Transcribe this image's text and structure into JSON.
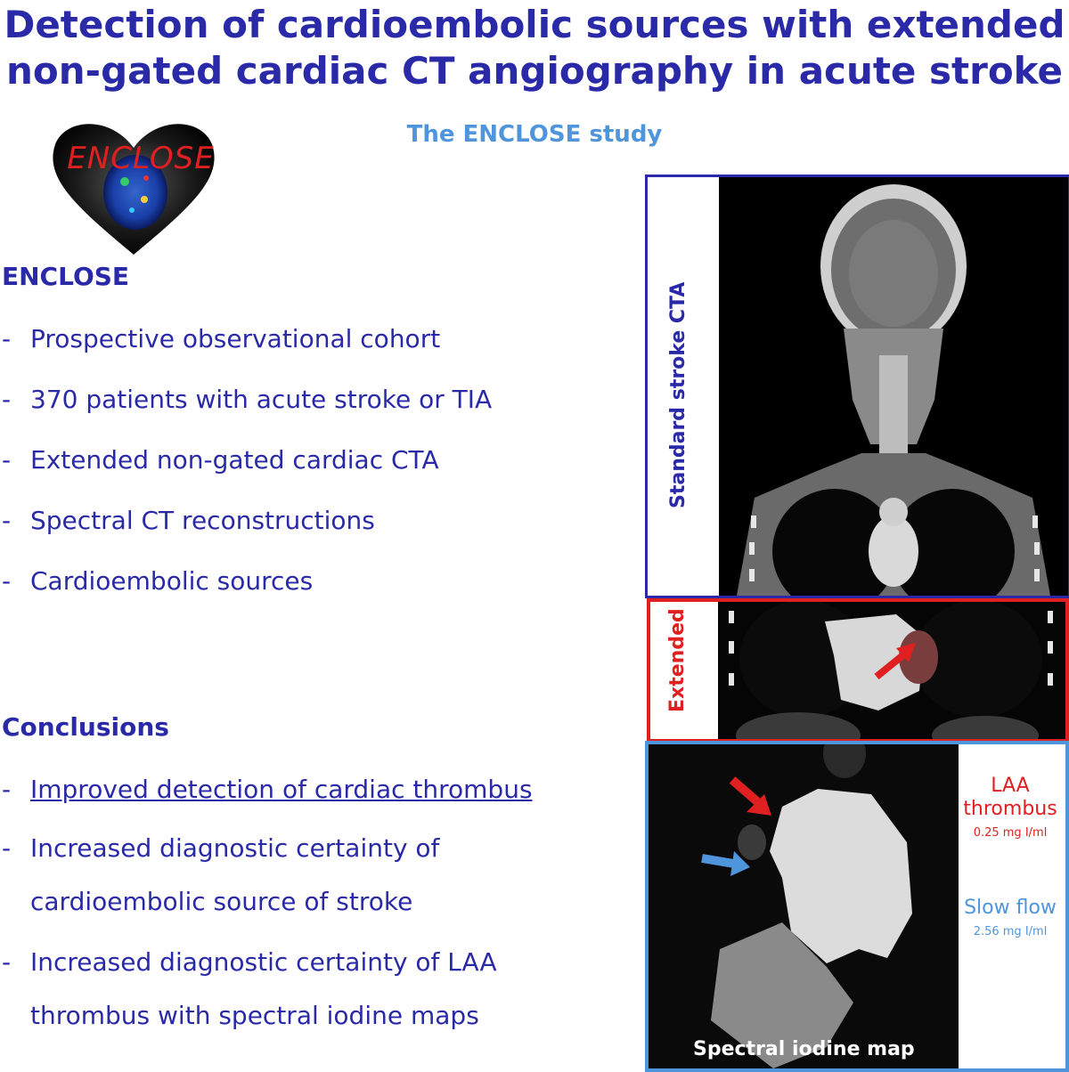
{
  "header": {
    "title_line1": "Detection of cardioembolic sources with extended",
    "title_line2": "non-gated cardiac CT angiography in acute stroke",
    "subtitle": "The ENCLOSE study"
  },
  "logo": {
    "text": "ENCLOSE",
    "icon": "heart-brain-logo"
  },
  "enclose": {
    "heading": "ENCLOSE",
    "items": [
      "Prospective observational cohort",
      "370 patients with acute stroke or TIA",
      "Extended non-gated cardiac CTA",
      "Spectral CT reconstructions",
      "Cardioembolic sources"
    ]
  },
  "conclusions": {
    "heading": "Conclusions",
    "items": [
      {
        "line1": "Improved detection of cardiac thrombus",
        "line2": ""
      },
      {
        "line1": "Increased diagnostic certainty of",
        "line2": "cardioembolic source of stroke"
      },
      {
        "line1": "Increased diagnostic certainty of LAA",
        "line2": "thrombus with spectral iodine maps"
      }
    ]
  },
  "figure": {
    "standard_label": "Standard stroke CTA",
    "extended_label": "Extended",
    "laa_title_1": "LAA",
    "laa_title_2": "thrombus",
    "laa_value": "0.25 mg I/ml",
    "slow_title": "Slow flow",
    "slow_value": "2.56 mg I/ml",
    "caption": "Spectral iodine map",
    "colors": {
      "navy": "#2a2aa8",
      "red": "#e02020",
      "lightblue": "#4f95db"
    }
  }
}
